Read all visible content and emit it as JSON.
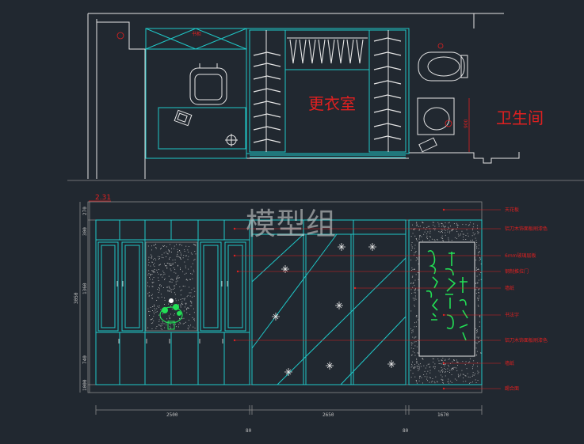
{
  "plan": {
    "room_dressing": "更衣室",
    "room_bath": "卫生间",
    "small_red": "书柜",
    "dim_bath": "900"
  },
  "elevation": {
    "level": "2.31",
    "watermark": "模型组",
    "callouts": [
      "天花板",
      "铝刀木饰面板刷漆色",
      "6mm玻璃层板",
      "钢制推拉门",
      "墙纸",
      "书法字",
      "铝刀木饰面板刷漆色",
      "墙纸",
      "踢合面"
    ],
    "dims_bottom": [
      "2500",
      "80",
      "2650",
      "80",
      "1670"
    ],
    "dims_left": [
      "270",
      "300",
      "1360",
      "3050",
      "740",
      "1000"
    ]
  },
  "colors": {
    "background": "#212830",
    "cyan": "#1fc8c8",
    "white": "#e6e6e6",
    "red": "#e02020",
    "green": "#22e055"
  }
}
